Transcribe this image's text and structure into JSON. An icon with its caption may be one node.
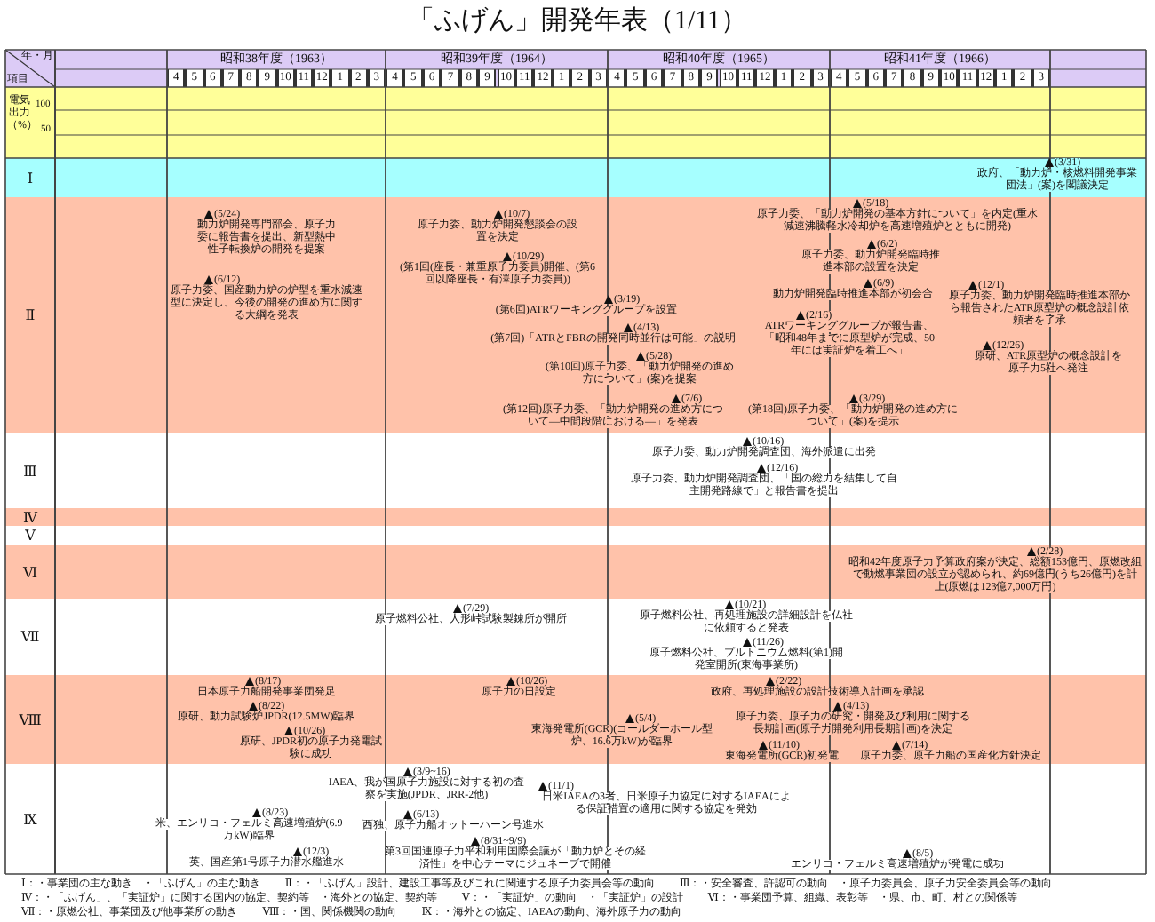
{
  "diagram": {
    "title": "「ふげん」開発年表（1/11）",
    "labels": [
      "年・月",
      "項目",
      "昭和38年度（1963）",
      "昭和39年度（1964）",
      "昭和40年度（1965）",
      "昭和41年度（1966）",
      "4",
      "5",
      "6",
      "7",
      "8",
      "9",
      "10",
      "11",
      "12",
      "1",
      "2",
      "3",
      "4",
      "5",
      "6",
      "7",
      "8",
      "9",
      "10",
      "11",
      "12",
      "1",
      "2",
      "3",
      "4",
      "5",
      "6",
      "7",
      "8",
      "9",
      "10",
      "11",
      "12",
      "1",
      "2",
      "3",
      "4",
      "5",
      "6",
      "7",
      "8",
      "9",
      "10",
      "11",
      "12",
      "1",
      "2",
      "3",
      "電気出力（%）",
      "100",
      "50",
      "Ⅰ",
      "(3/31)",
      "政府、「動力炉・核燃料開発事業団法」(案)を閣議決定",
      "Ⅱ",
      "(5/24)",
      "動力炉開発専門部会、原子力委に報告書を提出、新型熱中性子転換炉の開発を提案",
      "(6/12)",
      "原子力委、国産動力炉の炉型を重水減速型に決定し、今後の開発の進め方に関する大綱を発表",
      "(10/7)",
      "原子力委、動力炉開発懇談会の設置を決定",
      "(10/29)",
      "(第1回(座長・兼重原子力委員)開催、(第6回以降座長・有澤原子力委員))",
      "(3/19)",
      "(第6回)ATRワーキンググループを設置",
      "(4/13)",
      "(第7回)「ATRとFBRの開発同時並行は可能」の説明",
      "(5/28)",
      "(第10回)原子力委、「動力炉開発の進め方について」(案)を提案",
      "(7/6)",
      "(第12回)原子力委、「動力炉開発の進め方について—中間段階における—」を発表",
      "(2/16)",
      "ATRワーキンググループが報告書、「昭和48年までに原型炉が完成、50年には実証炉を着工へ」",
      "(3/29)",
      "(第18回)原子力委、「動力炉開発の進め方について」(案)を提示",
      "(5/18)",
      "原子力委、「動力炉開発の基本方針について」を内定(重水減速沸騰軽水冷却炉を高速増殖炉とともに開発)",
      "(6/2)",
      "原子力委、動力炉開発臨時推進本部の設置を決定",
      "(6/9)",
      "動力炉開発臨時推進本部が初会合",
      "(12/1)",
      "原子力委、動力炉開発臨時推進本部から報告されたATR原型炉の概念設計依頼者を了承",
      "(12/26)",
      "原研、ATR原型炉の概念設計を原子力5社へ発注",
      "Ⅲ",
      "(10/16)",
      "原子力委、動力炉開発調査団、海外派遣に出発",
      "(12/16)",
      "原子力委、動力炉開発調査団、「国の総力を結集して自主開発路線で」と報告書を提出",
      "Ⅳ",
      "Ⅴ",
      "Ⅵ",
      "(2/28)",
      "昭和42年度原子力予算政府案が決定、総額153億円、原燃改組で動燃事業団の設立が認められ、約69億円(うち26億円)を計上(原燃は123億7,000万円)",
      "Ⅶ",
      "(7/29)",
      "原子燃料公社、人形峠試験製錬所が開所",
      "(10/21)",
      "原子燃料公社、再処理施設の詳細設計を仏社に依頼すると発表",
      "(11/26)",
      "原子燃料公社、プルトニウム燃料(第1)開発室開所(東海事業所)",
      "Ⅷ",
      "(8/17)",
      "日本原子力船開発事業団発足",
      "(8/22)",
      "原研、動力試験炉JPDR(12.5MW)臨界",
      "(10/26)",
      "原研、JPDR初の原子力発電試験に成功",
      "(10/26)",
      "原子力の日設定",
      "(2/22)",
      "政府、再処理施設の設計技術導入計画を承認",
      "(4/13)",
      "原子力委、原子力の研究・開発及び利用に関する長期計画(原子力開発利用長期計画)を決定",
      "(7/14)",
      "原子力委、原子力船の国産化方針決定",
      "(5/4)",
      "東海発電所(GCR)(コールダーホール型炉、16.6万kW)が臨界",
      "(11/10)",
      "東海発電所(GCR)初発電",
      "Ⅸ",
      "(3/9~16)",
      "IAEA、我が国原子力施設に対する初の査察を実施(JPDR、JRR-2他)",
      "(11/1)",
      "日米IAEAの3者、日米原子力協定に対するIAEAによる保証措置の適用に関する協定を発効",
      "(8/23)",
      "米、エンリコ・フェルミ高速増殖炉(6.9万kW)臨界",
      "(6/13)",
      "西独、原子力船オットーハーン号進水",
      "(12/3)",
      "英、国産第1号原子力潜水艦進水",
      "(8/31~9/9)",
      "第3回国連原子力平和利用国際会議が「動力炉とその経済性」を中心テーマにジュネーブで開催",
      "(8/5)",
      "エンリコ・フェルミ高速増殖炉が発電に成功",
      "Ⅰ：・事業団の主な動き　・「ふげん」の主な動き",
      "Ⅱ：・「ふげん」設計、建設工事等及びこれに関連する原子力委員会等の動向",
      "Ⅲ：・安全審査、許認可の動向　・原子力委員会、原子力安全委員会等の動向",
      "Ⅳ：・「ふげん」、「実証炉」に関する国内の協定、契約等　・海外との協定、契約等",
      "Ⅴ：・「実証炉」の動向　・「実証炉」の設計",
      "Ⅵ：・事業団予算、組織、表彰等　・県、市、町、村との関係等",
      "Ⅶ：・原燃公社、事業団及び他事業所の動き",
      "Ⅷ：・国、関係機関の動向",
      "Ⅸ：・海外との協定、IAEAの動向、海外原子力の動向"
    ]
  }
}
